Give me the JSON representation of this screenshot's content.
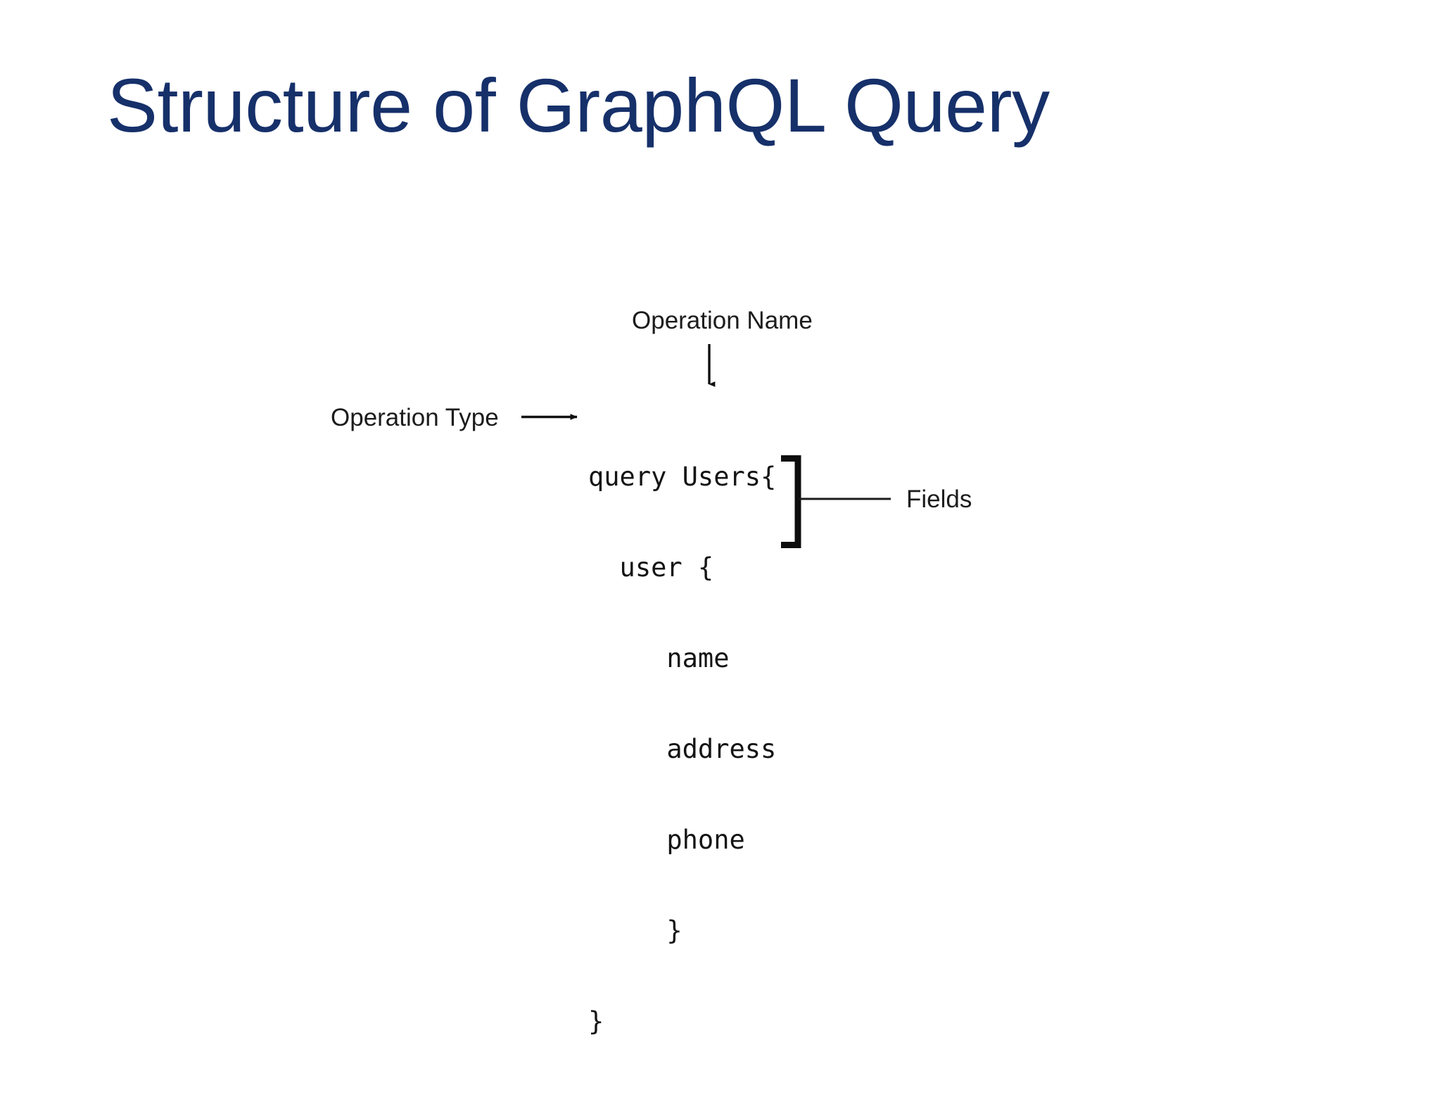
{
  "slide": {
    "title": "Structure of GraphQL Query",
    "title_color": "#16306a",
    "background_color": "#ffffff"
  },
  "diagram": {
    "type": "annotated-code-diagram",
    "ink_color": "#1c1c1c",
    "labels": {
      "operation_name": "Operation Name",
      "operation_type": "Operation Type",
      "fields": "Fields"
    },
    "code": {
      "language": "graphql",
      "lines": [
        "query Users{",
        "  user {",
        "     name",
        "     address",
        "     phone",
        "     }",
        "}"
      ]
    },
    "annotations": [
      {
        "label": "Operation Name",
        "points_to": "Users",
        "connector": "down-arrow"
      },
      {
        "label": "Operation Type",
        "points_to": "query",
        "connector": "right-arrow"
      },
      {
        "label": "Fields",
        "points_to": "name, address, phone",
        "connector": "left-bracket-with-line"
      }
    ]
  }
}
